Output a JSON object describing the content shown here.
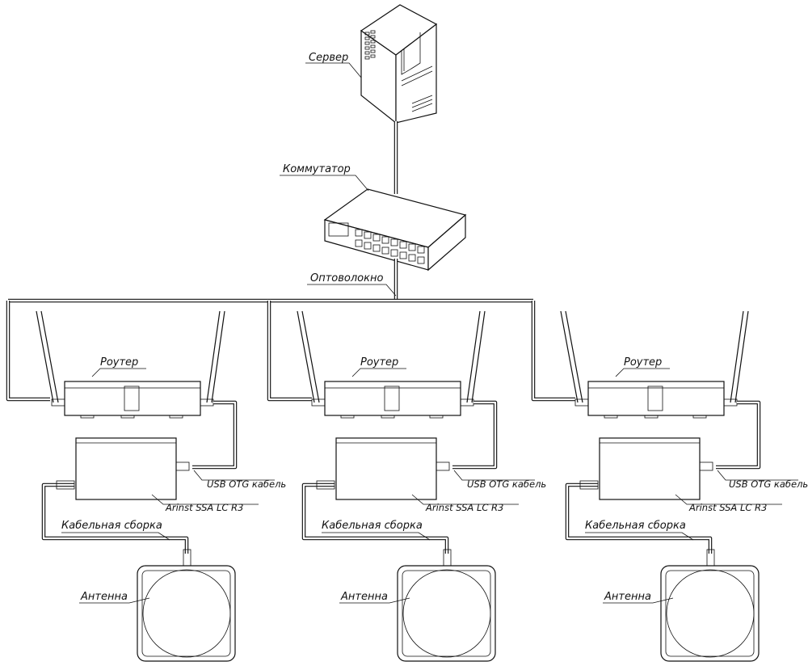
{
  "labels": {
    "server": "Сервер",
    "switch": "Коммутатор",
    "fiber": "Оптоволокно",
    "router": "Роутер",
    "usb_cable": "USB OTG кабель",
    "device": "Arinst SSA LC R3",
    "cable_assembly": "Кабельная сборка",
    "antenna": "Антенна"
  },
  "branches": [
    {
      "router": "Роутер",
      "usb_cable": "USB OTG кабель",
      "device": "Arinst SSA LC R3",
      "cable_assembly": "Кабельная сборка",
      "antenna": "Антенна"
    },
    {
      "router": "Роутер",
      "usb_cable": "USB OTG кабель",
      "device": "Arinst SSA LC R3",
      "cable_assembly": "Кабельная сборка",
      "antenna": "Антенна"
    },
    {
      "router": "Роутер",
      "usb_cable": "USB OTG кабель",
      "device": "Arinst SSA LC R3",
      "cable_assembly": "Кабельная сборка",
      "antenna": "Антенна"
    }
  ]
}
